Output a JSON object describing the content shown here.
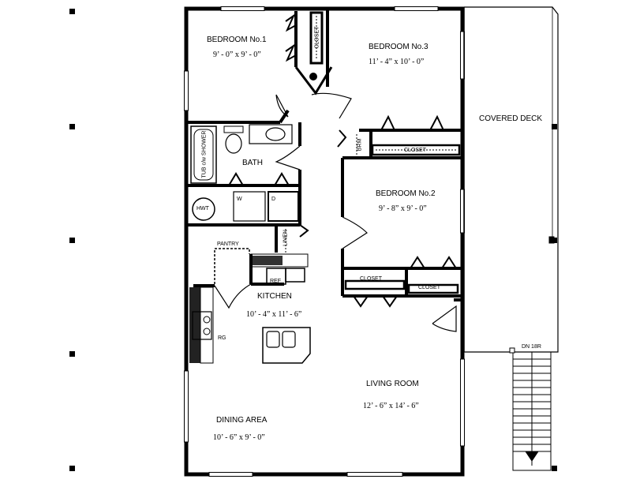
{
  "rooms": {
    "bedroom1": {
      "name": "BEDROOM No.1",
      "size": "9’ - 0” x 9’ - 0”"
    },
    "bedroom3": {
      "name": "BEDROOM No.3",
      "size": "11’ - 4” x 10’ - 0”"
    },
    "bedroom2": {
      "name": "BEDROOM No.2",
      "size": "9’ - 8” x 9’ - 0”"
    },
    "bath": {
      "name": "BATH"
    },
    "kitchen": {
      "name": "KITCHEN",
      "size": "10’ - 4” x 11’ - 6”"
    },
    "living": {
      "name": "LIVING ROOM",
      "size": "12’ - 6” x 14’ - 6”"
    },
    "dining": {
      "name": "DINING AREA",
      "size": "10’ - 6” x 9’ - 0”"
    },
    "deck": {
      "name": "COVERED DECK"
    }
  },
  "fixtures": {
    "closet_b1": "CLOSET",
    "closet_b3": "CLOSET",
    "closet_b2a": "CLOSET",
    "closet_b2b": "CLOSET",
    "broom": "BRM",
    "tub": "TUB c/w SHOWER",
    "hwt": "HWT",
    "washer": "W",
    "dryer": "D",
    "pantry": "PANTRY",
    "linen": "LINEN",
    "ref": "REF",
    "range": "RG",
    "stair": "DN 18R"
  }
}
